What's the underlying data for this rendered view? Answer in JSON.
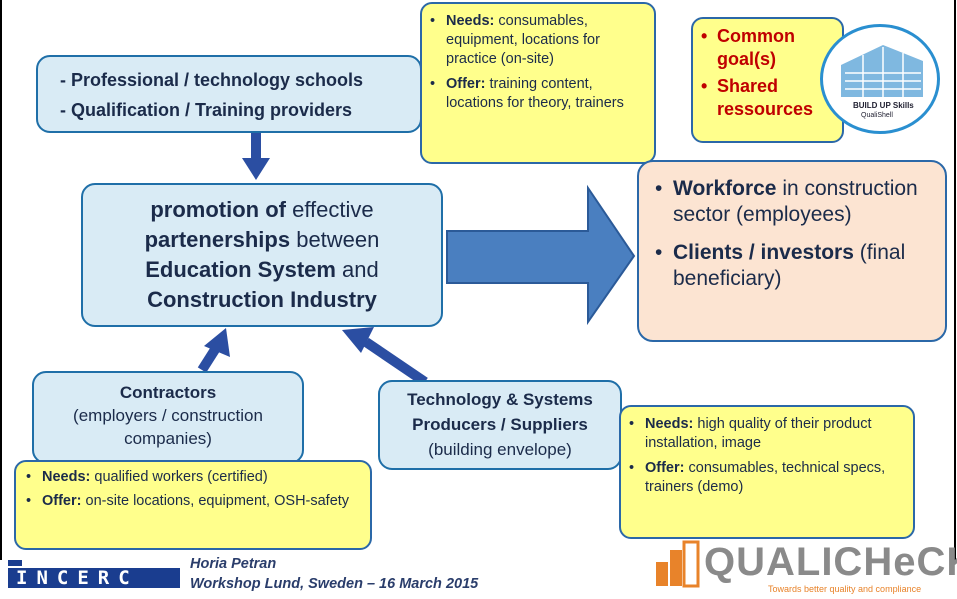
{
  "schools_box": {
    "line1": "- Professional / technology schools",
    "line2": "- Qualification / Training providers"
  },
  "schools_needs_box": {
    "needs_label": "Needs:",
    "needs_text": " consumables, equipment, locations for practice (on-site)",
    "offer_label": "Offer:",
    "offer_text": " training content, locations for theory, trainers"
  },
  "common_goal_box": {
    "item1": "Common goal(s)",
    "item2": "Shared ressources"
  },
  "buildup_logo": {
    "text1": "BUILD UP Skills",
    "text2": "QualiShell"
  },
  "central_box": {
    "p1_bold": "promotion of",
    "p1_rest": " effective",
    "p2_bold": "partenerships",
    "p2_rest": " between",
    "p3_bold": "Education System",
    "p3_rest": " and",
    "p4_bold": "Construction Industry"
  },
  "workforce_box": {
    "item1_bold": "Workforce",
    "item1_rest": " in construction sector (employees)",
    "item2_bold": "Clients / investors",
    "item2_rest": " (final beneficiary)"
  },
  "contractors_box": {
    "title": "Contractors",
    "subtitle": "(employers / construction companies)"
  },
  "contractors_needs_box": {
    "needs_label": "Needs:",
    "needs_text": " qualified workers (certified)",
    "offer_label": "Offer:",
    "offer_text": " on-site locations, equipment, OSH-safety"
  },
  "tech_box": {
    "line1": "Technology & Systems",
    "line2": "Producers / Suppliers",
    "line3": "(building envelope)"
  },
  "tech_needs_box": {
    "needs_label": "Needs:",
    "needs_text": " high quality of their product installation, image",
    "offer_label": "Offer:",
    "offer_text": " consumables, technical specs, trainers (demo)"
  },
  "footer": {
    "author": "Horia Petran",
    "event": "Workshop Lund, Sweden – 16 March 2015",
    "left_logo": "INCERC",
    "right_logo": "QUALICHeCK",
    "right_tagline": "Towards better quality and compliance"
  },
  "colors": {
    "arrow": "#2b4ea2",
    "big_arrow_fill": "#4a7fc0",
    "red_text": "#c00000",
    "qualicheck_gray": "#8a8a8a",
    "qualicheck_orange": "#e8832a"
  }
}
